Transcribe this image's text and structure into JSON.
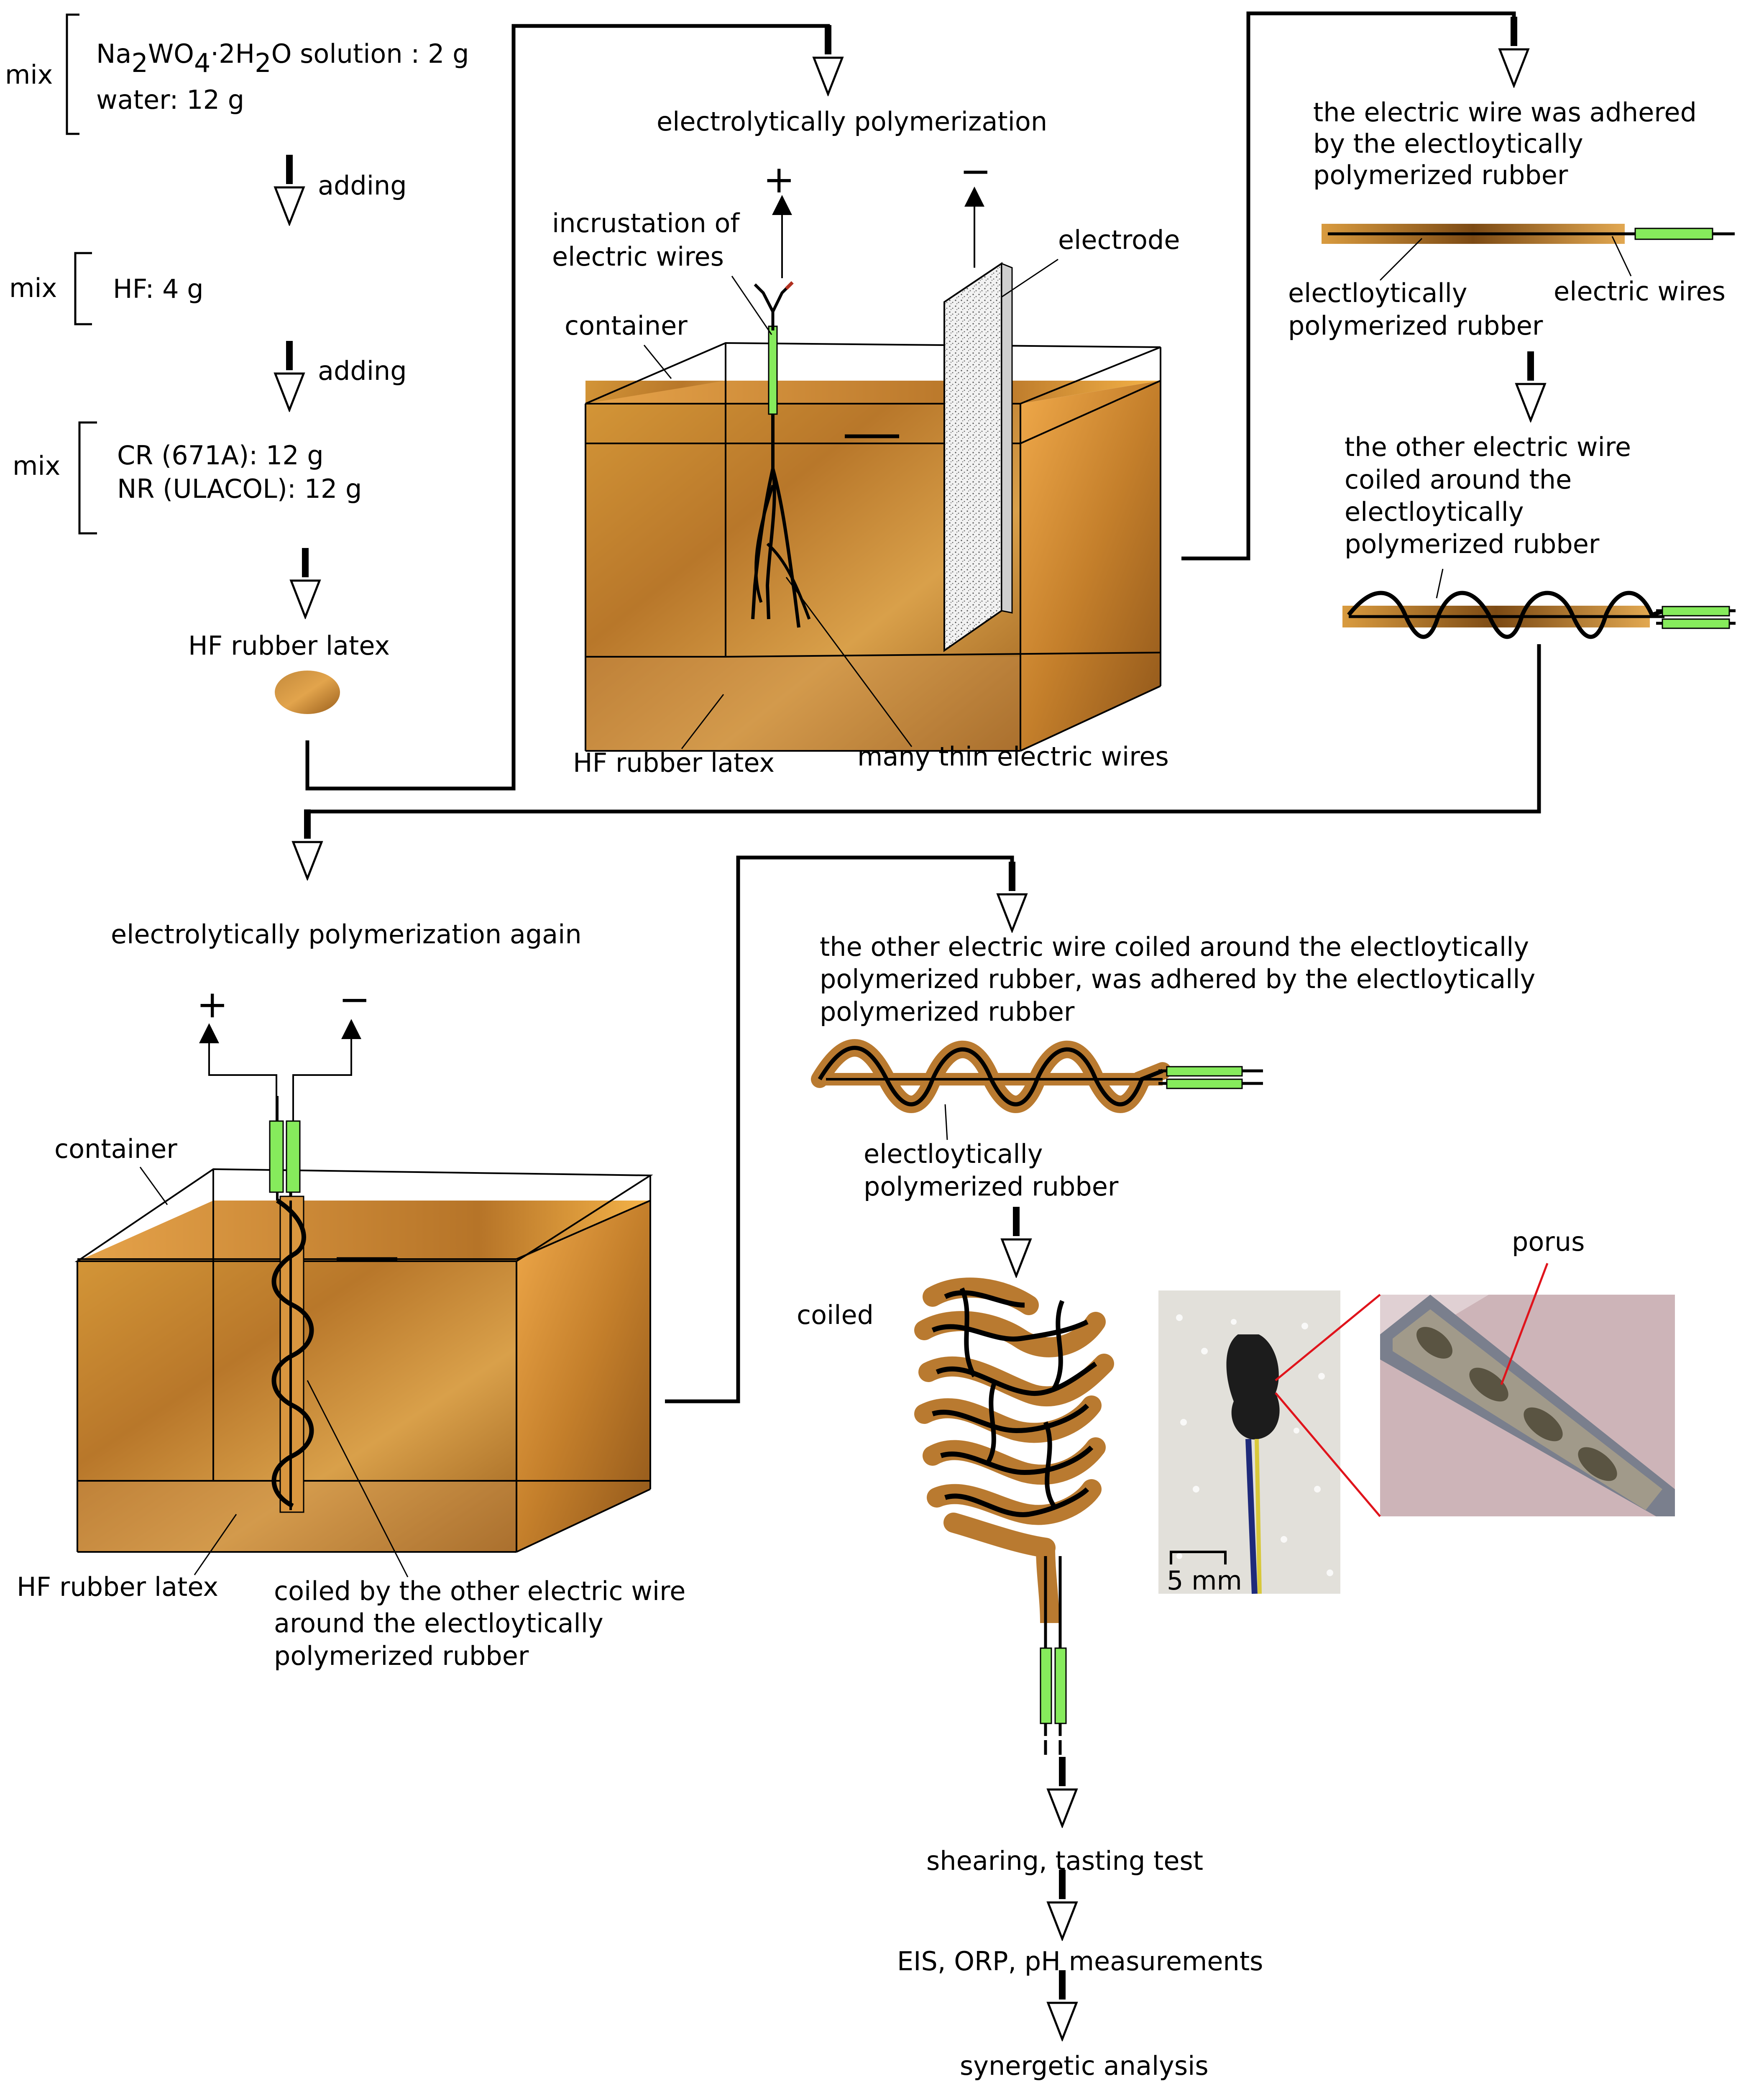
{
  "colors": {
    "latex_light": "#dfa243",
    "latex_mid": "#c8842d",
    "latex_dark": "#9a5f1c",
    "wire_sheath": "#86eb5c",
    "wire": "#111111",
    "photo_bg": "#e2e0da",
    "photo_pink": "#cdb4b8",
    "callout_red": "#e0141c"
  },
  "icons": [
    "hollow-down-arrow-icon",
    "plus-sign-icon",
    "minus-sign-icon",
    "scale-bar-icon"
  ],
  "step1": {
    "mix_label": "mix",
    "line1": {
      "pre": "Na",
      "sub1": "2",
      "mid1": "WO",
      "sub2": "4",
      "mid2": "·2H",
      "sub3": "2",
      "post": "O solution : 2 g"
    },
    "line2": "water: 12 g"
  },
  "adding1": "adding",
  "step2": {
    "mix_label": "mix",
    "line1": "HF: 4 g"
  },
  "adding2": "adding",
  "step3": {
    "mix_label": "mix",
    "line1": "CR (671A): 12 g",
    "line2": "NR (ULACOL): 12 g"
  },
  "latex_label": "HF rubber latex",
  "panel1": {
    "title": "electrolytically polymerization",
    "plus": "+",
    "minus": "−",
    "incrustation": [
      "incrustation of",
      "electric wires"
    ],
    "electrode": "electrode",
    "container": "container",
    "latex": "HF rubber latex",
    "thin_wires": "many thin electric wires"
  },
  "panel2": {
    "adhered": [
      "the electric wire was adhered",
      "by the electloytically",
      "polymerized rubber"
    ],
    "rubber": [
      "electloytically",
      "polymerized rubber"
    ],
    "wires": "electric wires",
    "coiled_text": [
      "the other electric wire",
      "coiled around the",
      "electloytically",
      "polymerized rubber"
    ]
  },
  "panel3": {
    "title": "electrolytically polymerization again",
    "plus": "+",
    "minus": "−",
    "container": "container",
    "latex": "HF rubber latex",
    "coiled_by": [
      "coiled by the other electric wire",
      "around the electloytically",
      "polymerized rubber"
    ]
  },
  "panel4": {
    "desc": [
      "the other electric wire coiled around the electloytically",
      "polymerized rubber, was adhered by the electloytically",
      "polymerized rubber"
    ],
    "rubber": [
      "electloytically",
      "polymerized rubber"
    ],
    "coiled": "coiled",
    "porus": "porus",
    "scale": "5 mm",
    "shearing": "shearing, tasting test",
    "eis": "EIS, ORP, pH measurements",
    "synergetic": "synergetic analysis"
  }
}
